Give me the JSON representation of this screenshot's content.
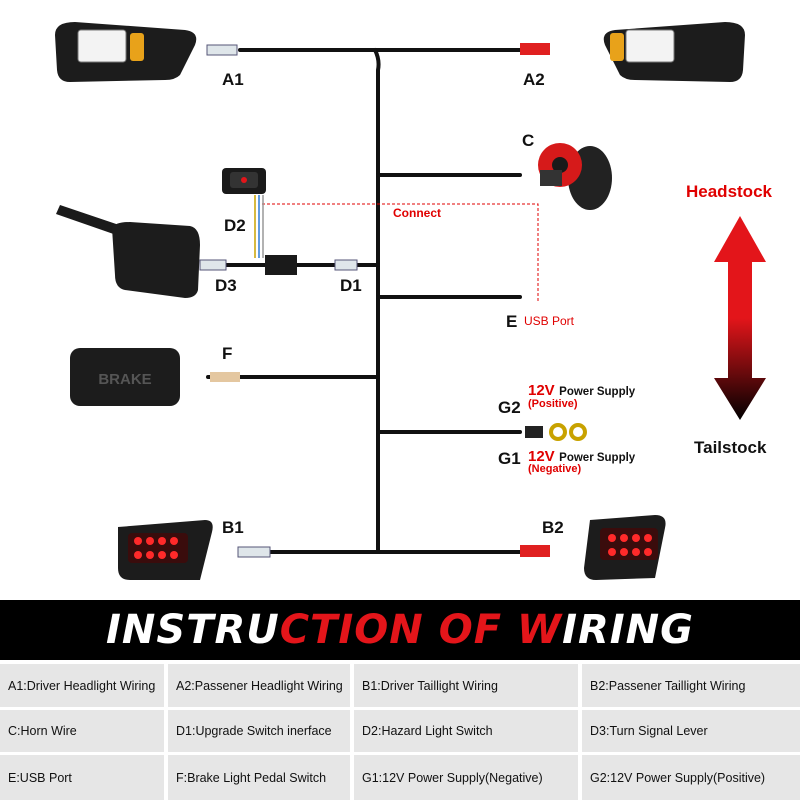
{
  "labels": {
    "a1": "A1",
    "a2": "A2",
    "b1": "B1",
    "b2": "B2",
    "c": "C",
    "d1": "D1",
    "d2": "D2",
    "d3": "D3",
    "e": "E",
    "f": "F",
    "g1": "G1",
    "g2": "G2",
    "connect": "Connect",
    "usb_port": "USB Port",
    "brake_text": "BRAKE",
    "g2_volt": "12V",
    "g2_supply": "Power Supply",
    "g2_pol": "(Positive)",
    "g1_volt": "12V",
    "g1_supply": "Power Supply",
    "g1_pol": "(Negative)"
  },
  "direction": {
    "top": "Headstock",
    "bottom": "Tailstock"
  },
  "banner": {
    "part1": "INSTRU",
    "part2": "CTION OF ",
    "part3": "W",
    "part4": "IRING"
  },
  "legend": [
    [
      "A1:Driver Headlight Wiring",
      "A2:Passener Headlight Wiring",
      "B1:Driver Taillight Wiring",
      "B2:Passener Taillight Wiring"
    ],
    [
      "C:Horn Wire",
      "D1:Upgrade Switch inerface",
      "D2:Hazard Light Switch",
      "D3:Turn Signal Lever"
    ],
    [
      "E:USB Port",
      "F:Brake Light Pedal Switch",
      "G1:12V Power Supply(Negative)",
      "G2:12V Power Supply(Positive)"
    ]
  ],
  "colors": {
    "red": "#e00000",
    "banner_bg": "#000000",
    "cell_bg": "#e6e6e6",
    "wire": "#111111"
  }
}
